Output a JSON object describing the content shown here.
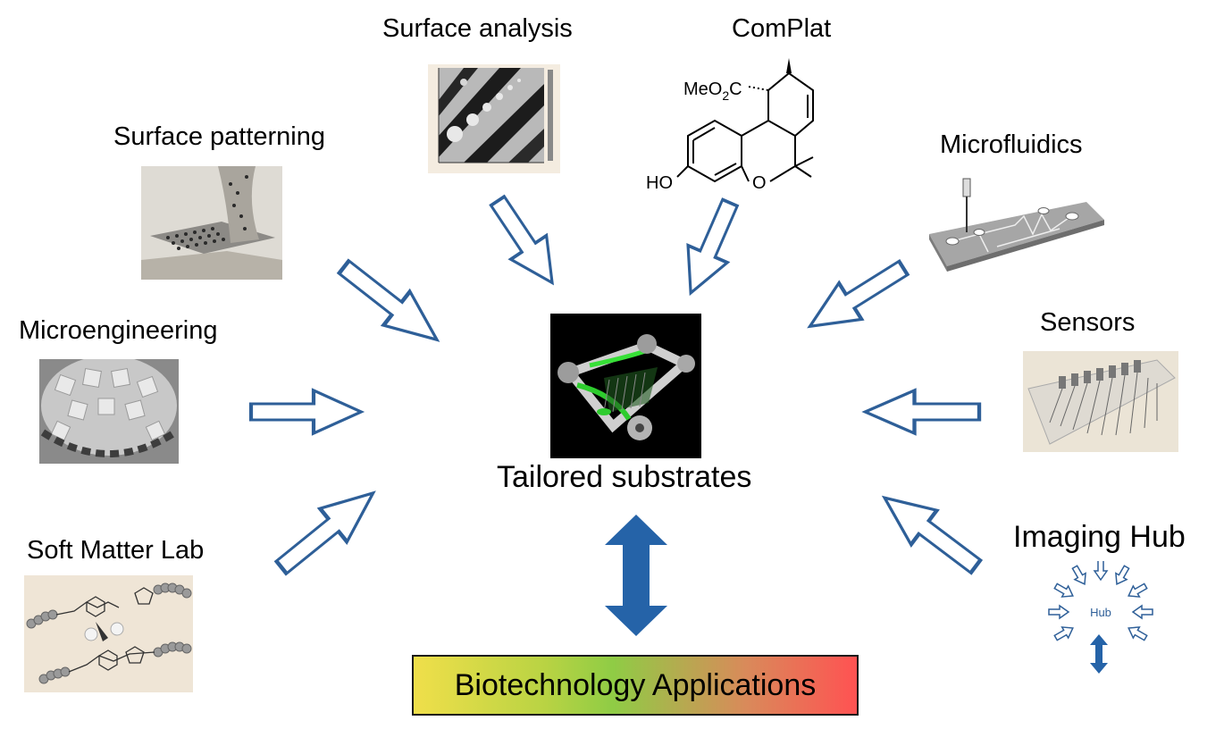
{
  "center": {
    "label": "Tailored substrates"
  },
  "bottom": {
    "label": "Biotechnology Applications"
  },
  "sources": {
    "surface_analysis": "Surface analysis",
    "complat": "ComPlat",
    "surface_patterning": "Surface patterning",
    "microfluidics": "Microfluidics",
    "microengineering": "Microengineering",
    "sensors": "Sensors",
    "soft_matter_lab": "Soft Matter  Lab",
    "imaging_hub": "Imaging Hub"
  },
  "hub_icon": {
    "label": "Hub"
  },
  "molecule": {
    "ester": "MeO",
    "ester_sub": "2",
    "ester_c": "C",
    "hydroxy": "HO",
    "oxygen": "O"
  },
  "colors": {
    "arrow_stroke": "#2e5f98",
    "double_arrow": "#2563a8"
  }
}
